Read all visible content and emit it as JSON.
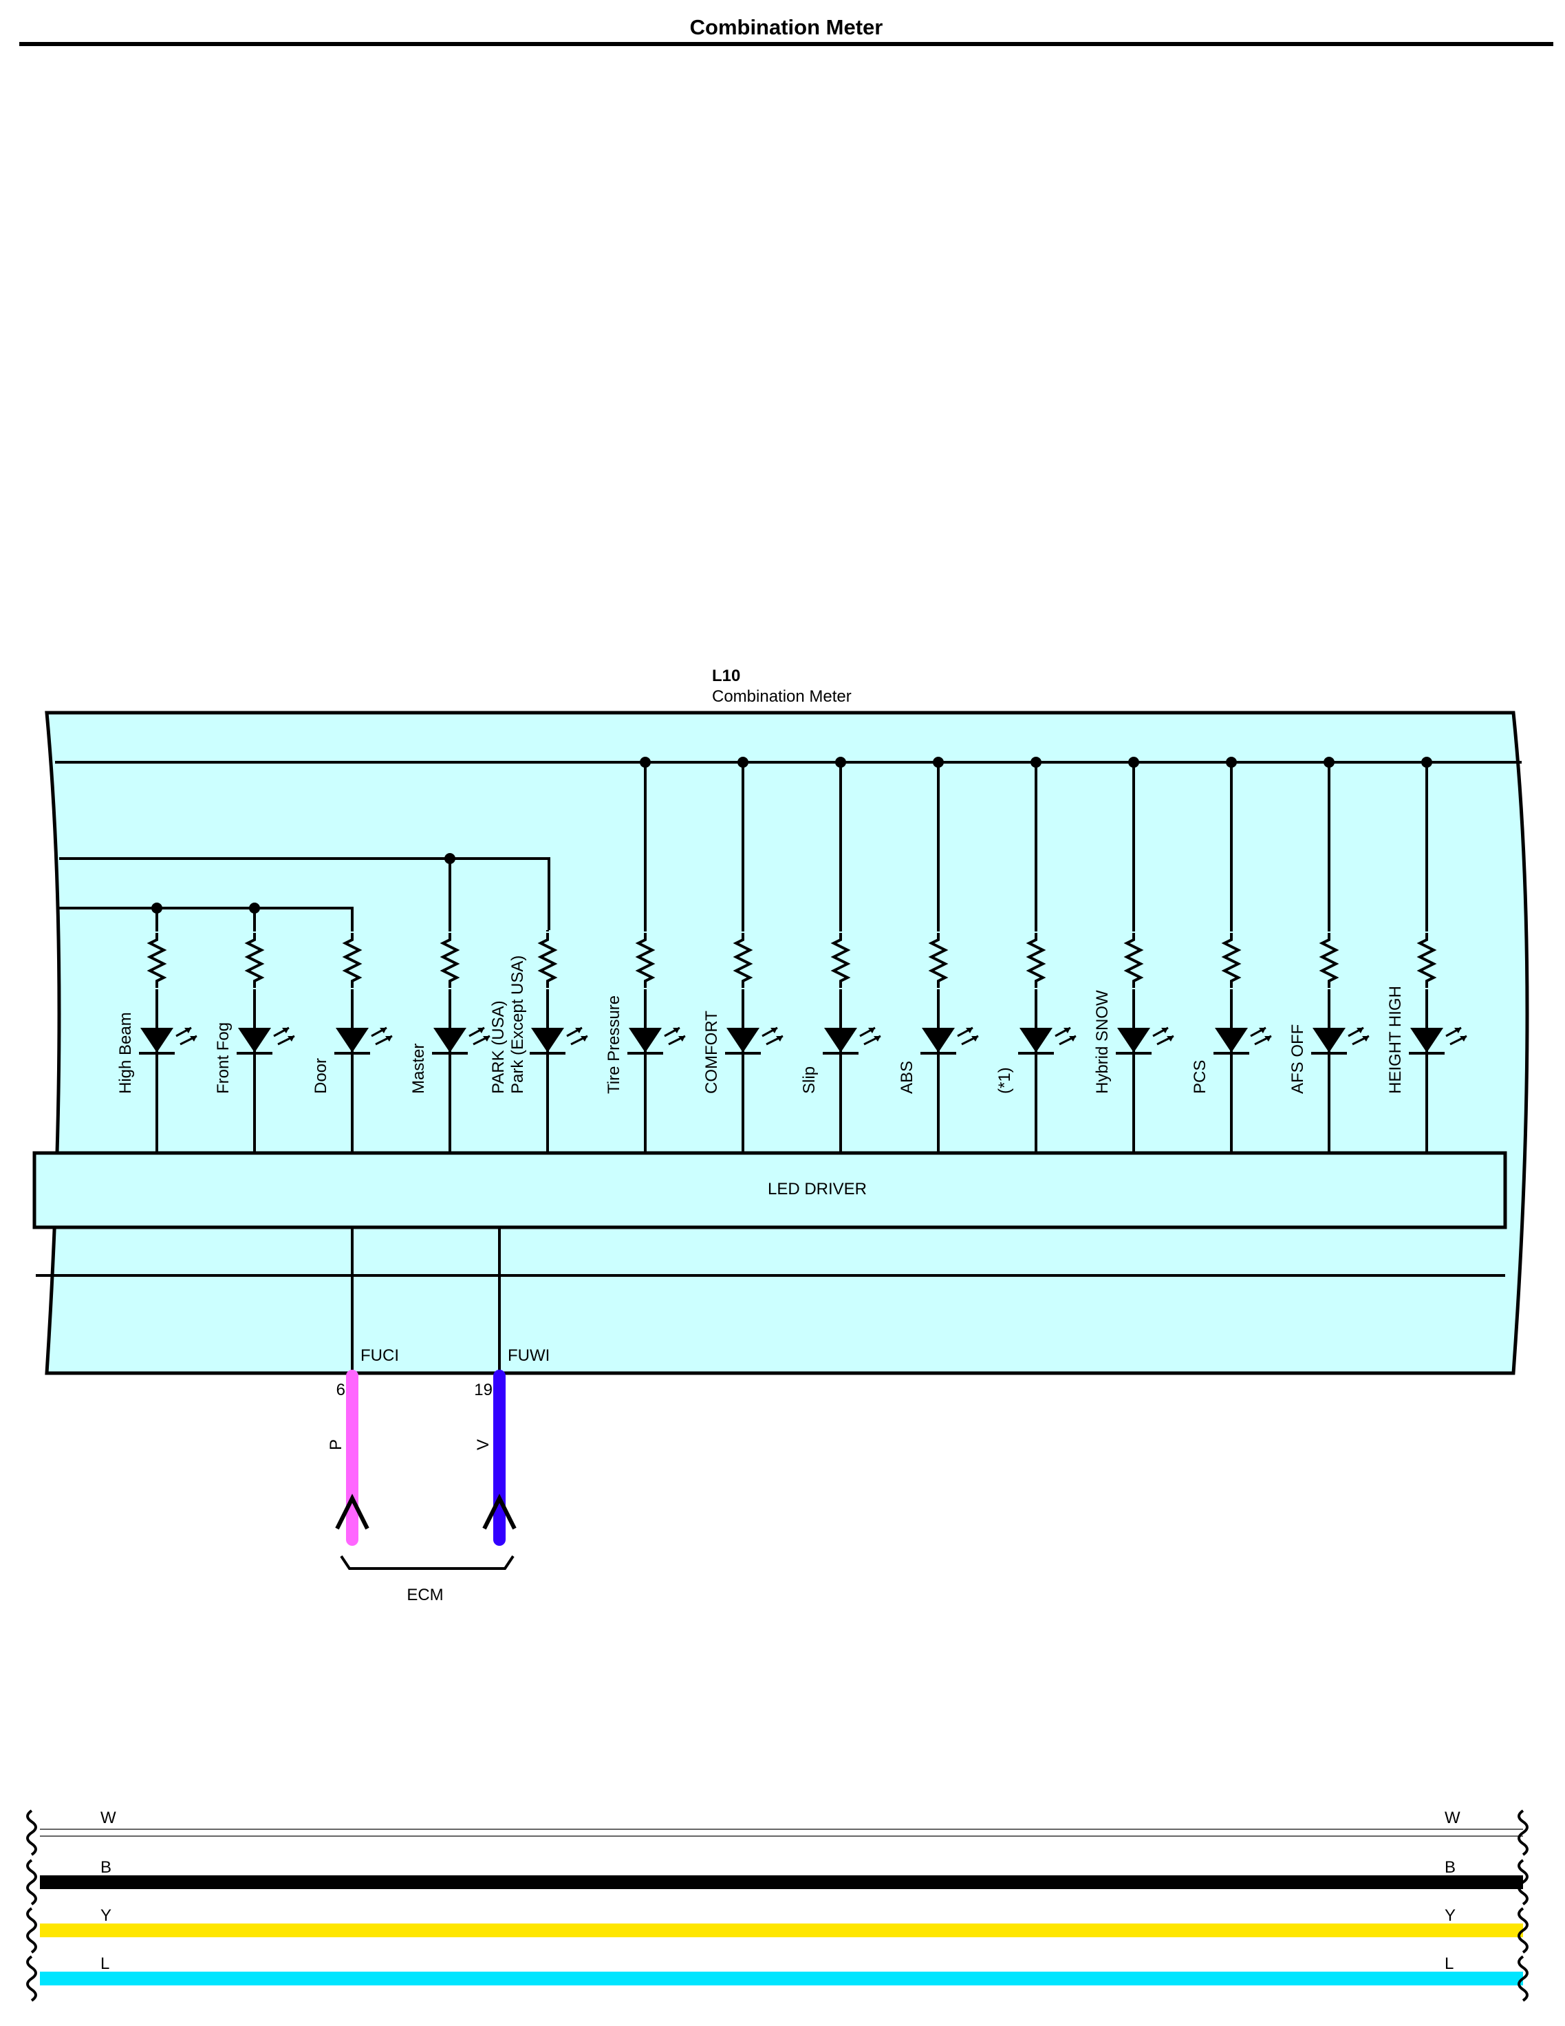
{
  "page": {
    "title": "Combination Meter"
  },
  "component": {
    "code": "L10",
    "name": "Combination Meter",
    "fill": "#ccffff"
  },
  "led_driver": {
    "label": "LED DRIVER"
  },
  "indicators": [
    {
      "label": "High Beam"
    },
    {
      "label": "Front Fog"
    },
    {
      "label": "Door"
    },
    {
      "label": "Master"
    },
    {
      "label": "PARK (USA)",
      "label2": "Park (Except USA)"
    },
    {
      "label": "Tire Pressure"
    },
    {
      "label": "COMFORT"
    },
    {
      "label": "Slip"
    },
    {
      "label": "ABS"
    },
    {
      "label": "(*1)"
    },
    {
      "label": "Hybrid SNOW"
    },
    {
      "label": "PCS"
    },
    {
      "label": "AFS OFF"
    },
    {
      "label": "HEIGHT HIGH"
    }
  ],
  "terminals": [
    {
      "name": "FUCI",
      "pin": "6",
      "wire_color": "P",
      "color": "#ff66ff"
    },
    {
      "name": "FUWI",
      "pin": "19",
      "wire_color": "V",
      "color": "#3300ff"
    }
  ],
  "destination": {
    "label": "ECM"
  },
  "bus_wires": [
    {
      "code": "W",
      "color": "#ffffff"
    },
    {
      "code": "B",
      "color": "#000000"
    },
    {
      "code": "Y",
      "color": "#ffe600"
    },
    {
      "code": "L",
      "color": "#00e5ff"
    }
  ]
}
